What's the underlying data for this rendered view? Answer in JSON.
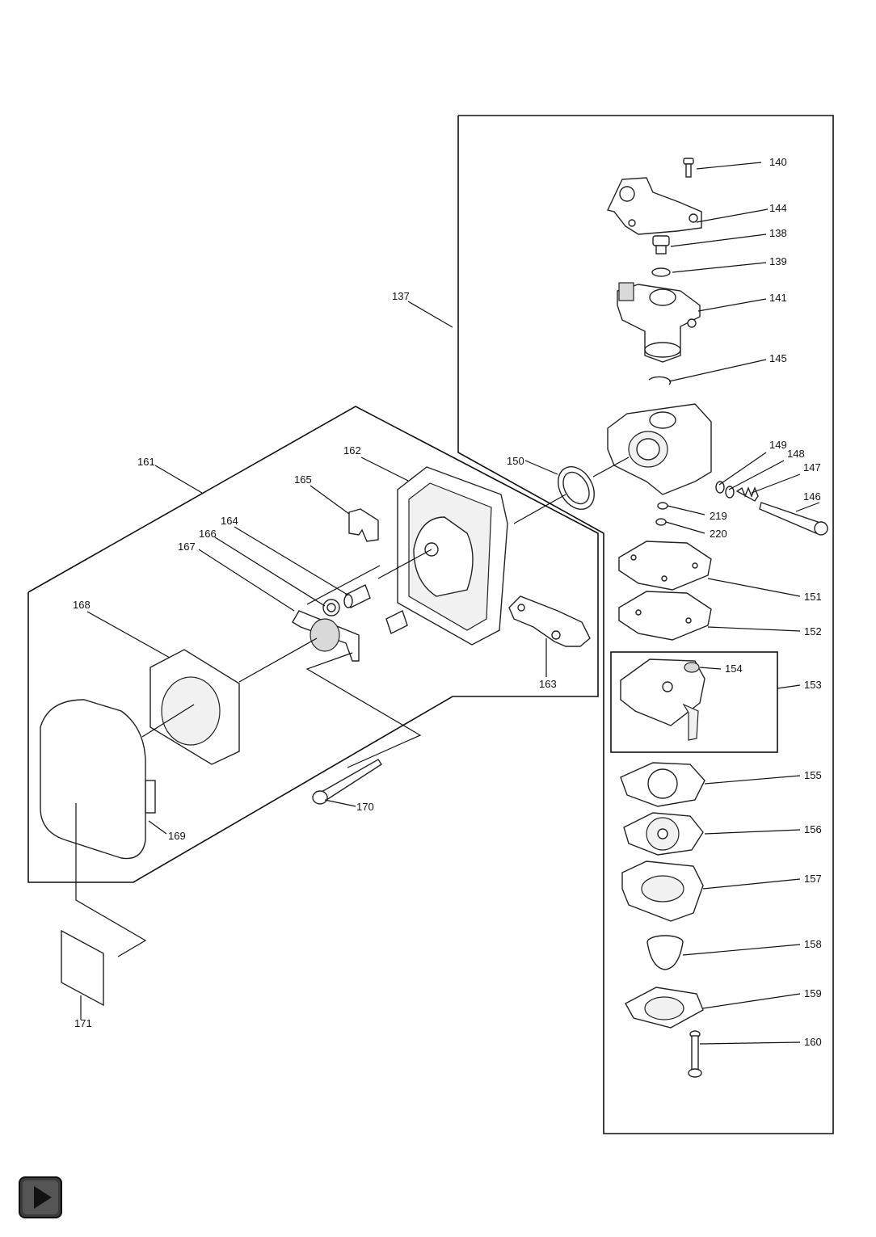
{
  "labels": {
    "l137": "137",
    "l138": "138",
    "l139": "139",
    "l140": "140",
    "l141": "141",
    "l144": "144",
    "l145": "145",
    "l146": "146",
    "l147": "147",
    "l148": "148",
    "l149": "149",
    "l150": "150",
    "l151": "151",
    "l152": "152",
    "l153": "153",
    "l154": "154",
    "l155": "155",
    "l156": "156",
    "l157": "157",
    "l158": "158",
    "l159": "159",
    "l160": "160",
    "l161": "161",
    "l162": "162",
    "l163": "163",
    "l164": "164",
    "l165": "165",
    "l166": "166",
    "l167": "167",
    "l168": "168",
    "l169": "169",
    "l170": "170",
    "l171": "171",
    "l219": "219",
    "l220": "220"
  },
  "nav": {
    "next_icon": "play-arrow-icon"
  }
}
